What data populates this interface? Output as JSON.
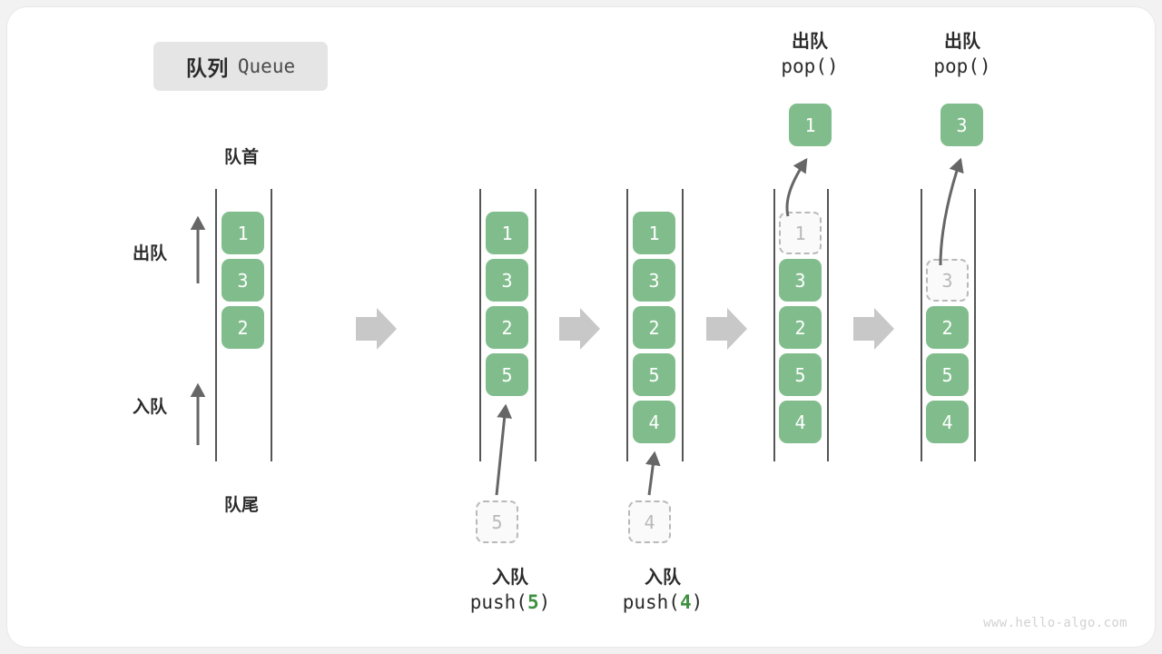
{
  "title": {
    "cn": "队列",
    "en": "Queue"
  },
  "labels": {
    "front": "队首",
    "rear": "队尾",
    "dequeue": "出队",
    "enqueue": "入队"
  },
  "colors": {
    "cell_fill": "#81bd8c",
    "cell_text": "#ffffff",
    "ghost_border": "#b9b9b9",
    "ghost_text": "#b9b9b9",
    "rail": "#555555",
    "arrow": "#666666",
    "step_arrow": "#c8c8c8",
    "accent_green": "#3e9141",
    "badge_bg": "#e5e5e5",
    "card_bg": "#ffffff",
    "page_bg": "#f2f2f2"
  },
  "stages": [
    {
      "id": "stage-initial",
      "cells": [
        "1",
        "3",
        "2"
      ],
      "ghost_index": null,
      "incoming": null,
      "op": null
    },
    {
      "id": "stage-push-5",
      "cells": [
        "1",
        "3",
        "2",
        "5"
      ],
      "ghost_index": null,
      "incoming": "5",
      "op": {
        "cn": "入队",
        "fn": "push(",
        "val": "5",
        "fn_end": ")"
      }
    },
    {
      "id": "stage-push-4",
      "cells": [
        "1",
        "3",
        "2",
        "5",
        "4"
      ],
      "ghost_index": null,
      "incoming": "4",
      "op": {
        "cn": "入队",
        "fn": "push(",
        "val": "4",
        "fn_end": ")"
      }
    },
    {
      "id": "stage-pop-1",
      "cells": [
        "1",
        "3",
        "2",
        "5",
        "4"
      ],
      "ghost_index": 0,
      "popped": "1",
      "op": {
        "cn": "出队",
        "fn": "pop()",
        "val": "",
        "fn_end": ""
      }
    },
    {
      "id": "stage-pop-3",
      "cells": [
        "",
        "3",
        "2",
        "5",
        "4"
      ],
      "ghost_index": 1,
      "popped": "3",
      "op": {
        "cn": "出队",
        "fn": "pop()",
        "val": "",
        "fn_end": ""
      }
    }
  ],
  "watermark": "www.hello-algo.com"
}
